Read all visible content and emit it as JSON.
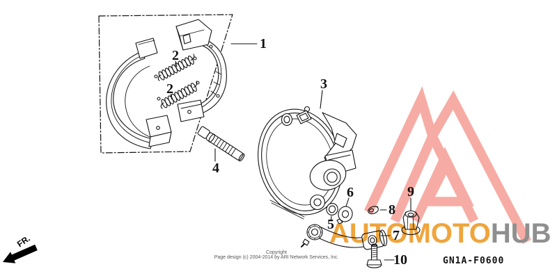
{
  "page": {
    "background": "#ffffff"
  },
  "parts": {
    "p1": "1",
    "p2": "2",
    "p3": "3",
    "p4": "4",
    "p5": "5",
    "p6": "6",
    "p7": "7",
    "p8": "8",
    "p9": "9",
    "p10": "10"
  },
  "watermark": {
    "brand_primary": "AUTOMOTO",
    "brand_secondary": "HUB",
    "triangle_color": "#f6aca4",
    "primary_text_color": "#efa53c",
    "secondary_text_color": "#8f8f8f"
  },
  "footer": {
    "copyright_title": "Copyright",
    "copyright_line": "Page design (c) 2004-2014 by ARI Network Services, Inc.",
    "diagram_code": "GN1A-F0600"
  },
  "orientation": {
    "front_label": "FR."
  }
}
